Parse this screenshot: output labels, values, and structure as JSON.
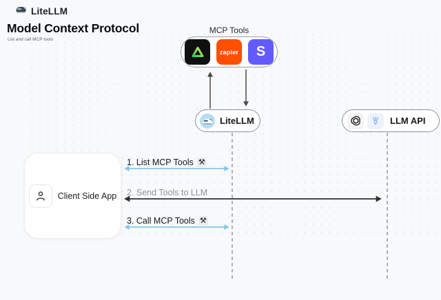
{
  "header": {
    "brand": "LiteLLM",
    "title": "Model Context Protocol",
    "subtitle": "List and call MCP tools"
  },
  "mcp_tools": {
    "label": "MCP Tools",
    "icons": [
      {
        "name": "triangle-logo-icon",
        "bg": "#101010"
      },
      {
        "name": "zapier-logo-icon",
        "label": "zapier",
        "bg": "#FF4F00"
      },
      {
        "name": "stripe-logo-icon",
        "label": "S",
        "bg": "#635BFF"
      }
    ]
  },
  "nodes": {
    "litellm": {
      "label": "LiteLLM"
    },
    "llm_api": {
      "label": "LLM API"
    },
    "client": {
      "label": "Client Side App"
    }
  },
  "sequence": {
    "tool_icon_glyph": "⚒",
    "steps": [
      {
        "label": "1. List MCP Tools",
        "has_tool_icon": true,
        "color": "#7FC8EA"
      },
      {
        "label": "2. Send Tools to LLM",
        "has_tool_icon": false,
        "color": "#2F2F2F"
      },
      {
        "label": "3. Call MCP Tools",
        "has_tool_icon": true,
        "color": "#7FC8EA"
      }
    ]
  },
  "colors": {
    "background": "#F8F9FA",
    "node_border": "#8B9096",
    "lifeline": "#9AA0A6",
    "step_blue": "#7FC8EA",
    "step_dark": "#2F2F2F",
    "litellm_badge": "#B6DDF3"
  }
}
